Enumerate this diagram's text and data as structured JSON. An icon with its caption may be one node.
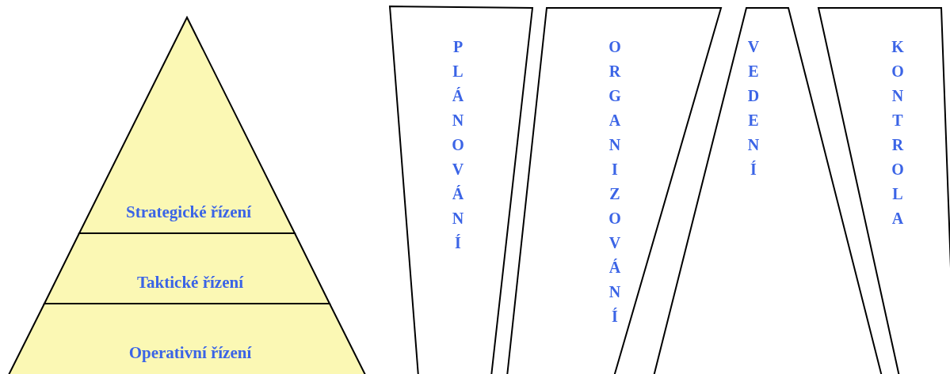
{
  "diagram": {
    "nodes": [
      {
        "text": [
          "Strategické řízení"
        ]
      },
      {
        "text": [
          "Taktické řízení"
        ]
      },
      {
        "text": [
          "Operativní řízení"
        ]
      },
      {
        "text": [
          "PLÁNOVÁNÍ"
        ]
      },
      {
        "text": [
          "ORGANIZOVÁNÍ"
        ]
      },
      {
        "text": [
          "VEDENÍ"
        ]
      },
      {
        "text": [
          "KONTROLA"
        ]
      }
    ]
  }
}
